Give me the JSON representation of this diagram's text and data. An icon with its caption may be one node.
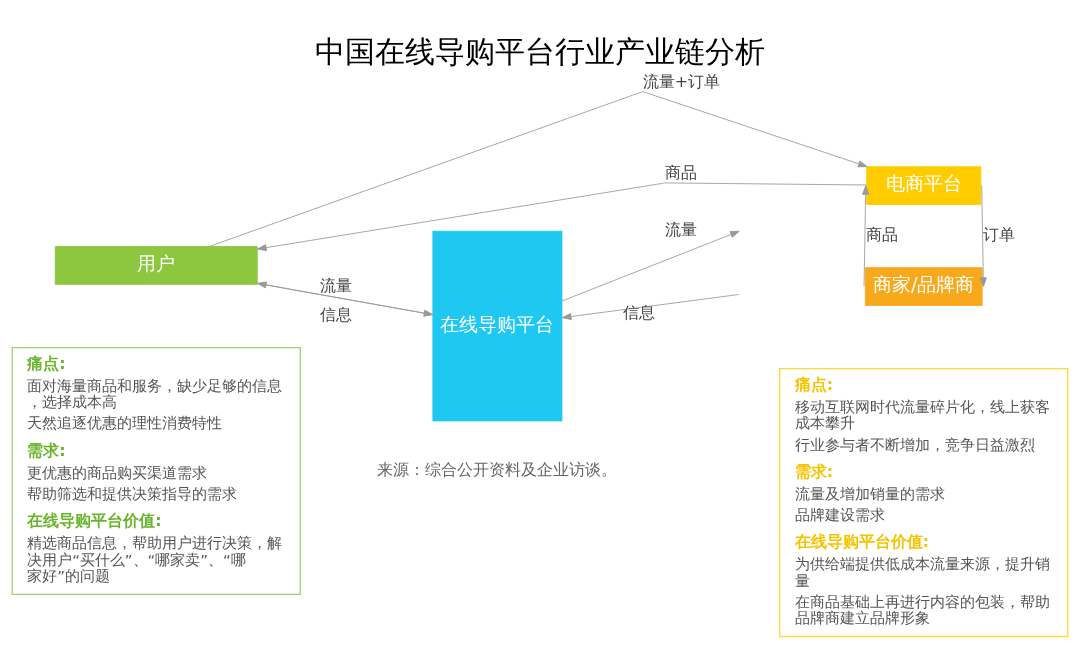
{
  "diagram": {
    "title": "中国在线导购平台行业产业链分析",
    "nodes": [
      {
        "text": [
          "用户"
        ]
      },
      {
        "text": [
          "在线导购平台"
        ]
      },
      {
        "text": [
          "电商平台"
        ]
      },
      {
        "text": [
          "商家/品牌商"
        ]
      },
      {
        "text": [
          "痛点:",
          "面对海量商品和服务，缺少足够的信息，选择成本高",
          "天然追逐优惠的理性消费特性",
          "需求:",
          "更优惠的商品购买渠道需求",
          "帮助筛选和提供决策指导的需求",
          "在线导购平台价值:",
          "精选商品信息，帮助用户进行决策，解决用户“买什么”、“哪家卖”、“哪家好”的问题"
        ]
      },
      {
        "text": [
          "痛点:",
          "移动互联网时代流量碎片化，线上获客成本攀升",
          "行业参与者不断增加，竞争日益激烈",
          "需求:",
          "流量及增加销量的需求",
          "品牌建设需求",
          "在线导购平台价值:",
          "为供给端提供低成本流量来源，提升销量",
          "在商品基础上再进行内容的包装，帮助品牌商建立品牌形象"
        ]
      }
    ],
    "edges": [
      {
        "from": 2,
        "to": 0,
        "arrow": "to",
        "label": "商品"
      },
      {
        "from": 0,
        "to": 2,
        "arrow": "to",
        "label": "流量+订单"
      },
      {
        "from": 0,
        "to": 1,
        "arrow": "to",
        "label": "流量"
      },
      {
        "from": 1,
        "to": 0,
        "arrow": "to",
        "label": "信息"
      },
      {
        "from": 1,
        "to": null,
        "arrow": "to",
        "label": "流量"
      },
      {
        "from": null,
        "to": 1,
        "arrow": "to",
        "label": "信息"
      },
      {
        "from": 3,
        "to": 2,
        "arrow": "to",
        "label": "商品"
      },
      {
        "from": 2,
        "to": 3,
        "arrow": "to",
        "label": "订单"
      }
    ],
    "labels": [
      "来源：综合公开资料及企业访谈。"
    ]
  }
}
